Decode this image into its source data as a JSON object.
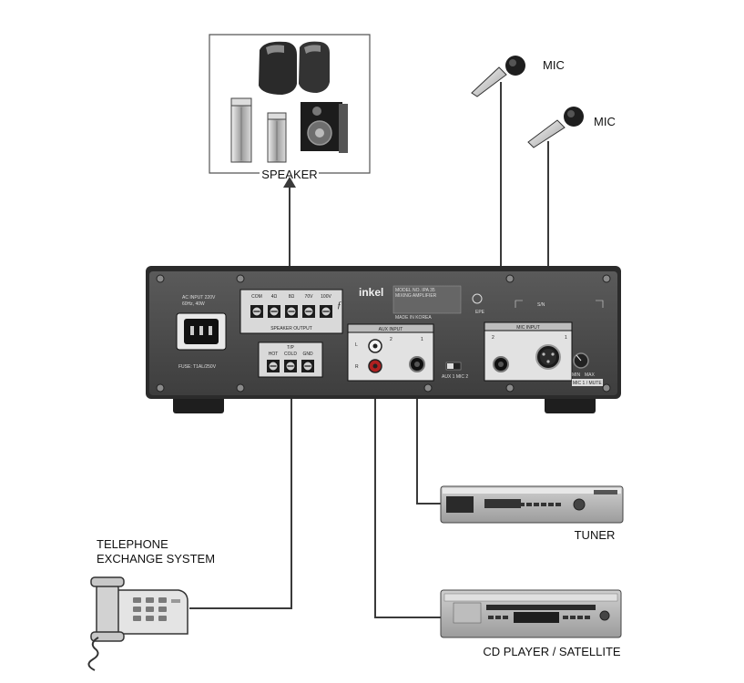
{
  "labels": {
    "speaker": "SPEAKER",
    "mic_1": "MIC",
    "mic_2": "MIC",
    "tuner": "TUNER",
    "telephone_line1": "TELEPHONE",
    "telephone_line2": "EXCHANGE SYSTEM",
    "cd_player": "CD PLAYER / SATELLITE"
  },
  "amplifier": {
    "brand": "inkel",
    "model_line1": "MODEL NO. IPA 35",
    "model_line2": "MIXING AMPLIFIER",
    "made_in": "MADE IN KOREA",
    "power_line1": "AC INPUT 220V",
    "power_line2": "60Hz, 40W",
    "fuse": "FUSE: T1AL/250V",
    "speaker_output": "SPEAKER OUTPUT",
    "speaker_terminals": [
      "COM",
      "4Ω",
      "8Ω",
      "70V",
      "100V"
    ],
    "tp_label": "T/P",
    "tp_terminals": [
      "HOT",
      "COLD",
      "GND"
    ],
    "aux_input": "AUX INPUT",
    "mic_input": "MIC INPUT",
    "aux_switch": "AUX 1   MIC 2",
    "sn": "S/N",
    "mic_level_min": "MIN",
    "mic_level_max": "MAX",
    "mic_select": "MIC 1 / MUTE",
    "ch_l": "L",
    "ch_r": "R",
    "ch_2": "2",
    "ch_1": "1"
  },
  "colors": {
    "panel": "#4a4a4a",
    "panel_dark": "#2c2c2c",
    "line": "#333333",
    "label_bg": "#e6e6e6",
    "jack_red": "#b02020"
  }
}
